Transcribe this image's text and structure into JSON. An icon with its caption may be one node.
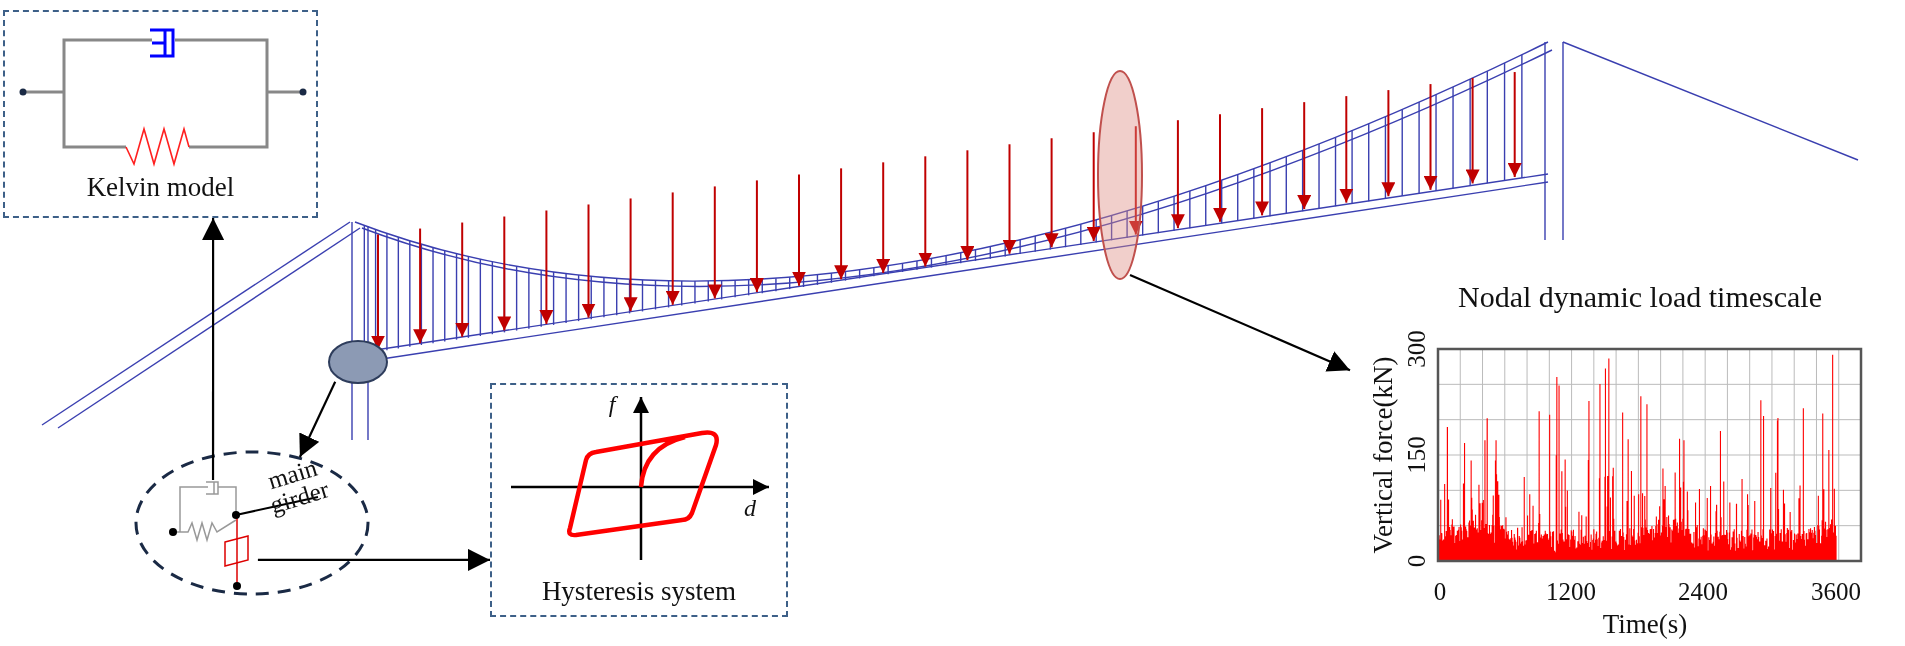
{
  "diagram": {
    "nodes": [
      {
        "text": [
          "Kelvin model"
        ]
      },
      {
        "text": [],
        "shape": "circle"
      },
      {
        "text": [],
        "shape": "circle"
      },
      {
        "text": [
          "Nodal dynamic load timescale"
        ]
      },
      {
        "text": [
          "main girder"
        ]
      },
      {
        "text": [
          "Hysteresis system"
        ]
      }
    ],
    "edges": [
      {
        "from": 1,
        "to": 4,
        "arrow": "to"
      },
      {
        "from": 4,
        "to": 0,
        "arrow": "to"
      },
      {
        "from": 4,
        "to": 5,
        "arrow": "to"
      },
      {
        "from": 2,
        "to": 3,
        "arrow": "to"
      }
    ],
    "labels": [
      "f",
      "d",
      "300",
      "150",
      "0",
      "Vertical force(kN)",
      "0",
      "1200",
      "2400",
      "3600",
      "Time(s)"
    ]
  }
}
